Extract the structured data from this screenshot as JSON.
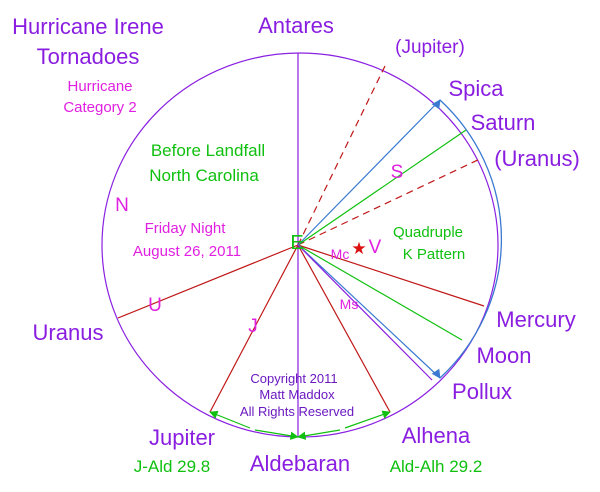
{
  "title": {
    "line1": "Hurricane Irene",
    "line2": "Tornadoes",
    "category_line1": "Hurricane",
    "category_line2": "Category 2"
  },
  "context": {
    "line1": "Before Landfall",
    "line2": "North Carolina",
    "date_line1": "Friday Night",
    "date_line2": "August 26, 2011"
  },
  "pattern": {
    "line1": "Quadruple",
    "line2": "K Pattern"
  },
  "center": {
    "label": "E"
  },
  "markers": {
    "N": "N",
    "U": "U",
    "J": "J",
    "S": "S",
    "Mc": "Mc",
    "V": "V",
    "Ms": "Ms"
  },
  "stars": {
    "venus_star": "★"
  },
  "bodies": {
    "antares": "Antares",
    "jupiter_paren": "(Jupiter)",
    "spica": "Spica",
    "saturn": "Saturn",
    "uranus_paren": "(Uranus)",
    "uranus": "Uranus",
    "mercury": "Mercury",
    "moon": "Moon",
    "pollux": "Pollux",
    "jupiter": "Jupiter",
    "aldebaran": "Aldebaran",
    "alhena": "Alhena"
  },
  "measurements": {
    "j_ald": "J-Ald 29.8",
    "ald_alh": "Ald-Alh 29.2"
  },
  "copyright": {
    "line1": "Copyright 2011",
    "line2": "Matt Maddox",
    "line3": "All Rights Reserved"
  },
  "colors": {
    "purple": "#8a1ee0",
    "magenta": "#e020e0",
    "green": "#10c010",
    "dark_red": "#c01818",
    "dark_purple": "#6a18c0",
    "blue": "#3a7ad0",
    "violet_line": "#8a20e0",
    "star_red": "#dd1010"
  }
}
